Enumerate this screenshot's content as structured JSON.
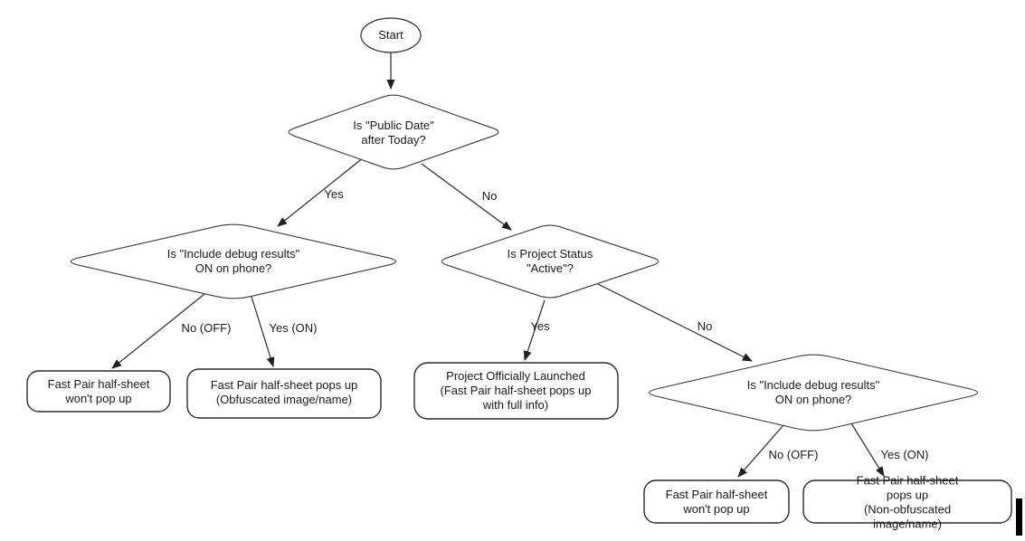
{
  "diagram": {
    "type": "flowchart",
    "nodes": {
      "start": {
        "label": "Start",
        "shape": "terminator"
      },
      "decision_public_date": {
        "label": "Is \"Public Date\"\nafter Today?",
        "shape": "decision"
      },
      "decision_debug_left": {
        "label": "Is \"Include debug results\"\nON on phone?",
        "shape": "decision"
      },
      "decision_project_status": {
        "label": "Is Project Status\n\"Active\"?",
        "shape": "decision"
      },
      "decision_debug_right": {
        "label": "Is \"Include debug results\"\nON on phone?",
        "shape": "decision"
      },
      "result_wont_popup_left": {
        "label": "Fast Pair half-sheet\nwon't pop up",
        "shape": "result"
      },
      "result_obfuscated": {
        "label": "Fast Pair half-sheet pops up\n(Obfuscated image/name)",
        "shape": "result"
      },
      "result_launched": {
        "label": "Project Officially Launched\n(Fast Pair half-sheet pops up\nwith full info)",
        "shape": "result"
      },
      "result_wont_popup_right": {
        "label": "Fast Pair half-sheet\nwon't pop up",
        "shape": "result"
      },
      "result_non_obfuscated": {
        "label": "Fast Pair half-sheet pops up\n(Non-obfuscated image/name)",
        "shape": "result"
      }
    },
    "edge_labels": {
      "top_yes": "Yes",
      "top_no": "No",
      "left_no_off": "No (OFF)",
      "left_yes_on": "Yes (ON)",
      "mid_yes": "Yes",
      "mid_no": "No",
      "right_no_off": "No (OFF)",
      "right_yes_on": "Yes (ON)"
    },
    "colors": {
      "line": "#1f1f1f",
      "text": "#1a1a1a",
      "fill": "#ffffff"
    }
  }
}
